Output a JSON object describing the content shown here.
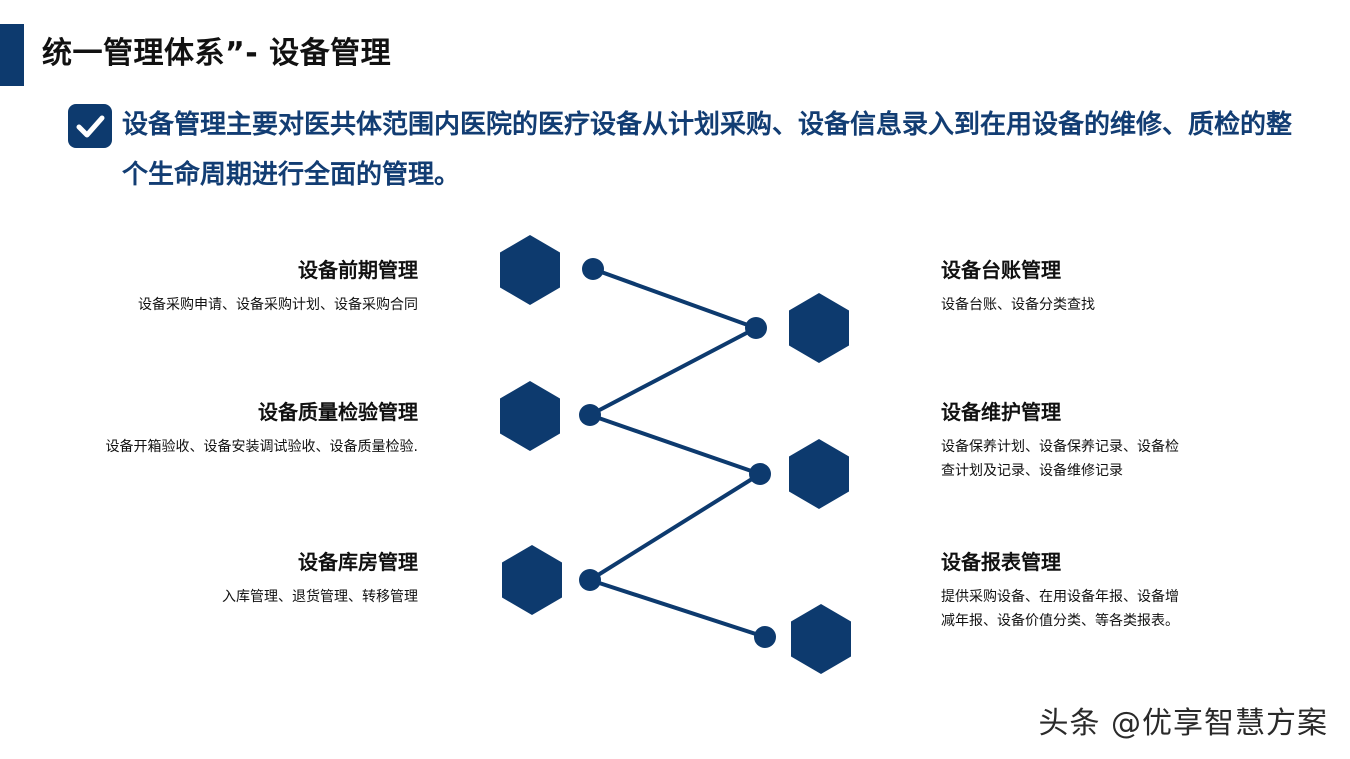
{
  "header": {
    "title": "统一管理体系”- 设备管理"
  },
  "intro": {
    "text": "设备管理主要对医共体范围内医院的医疗设备从计划采购、设备信息录入到在用设备的维修、质检的整个生命周期进行全面的管理。"
  },
  "modules_left": [
    {
      "title": "设备前期管理",
      "desc": "设备采购申请、设备采购计划、设备采购合同"
    },
    {
      "title": "设备质量检验管理",
      "desc": "设备开箱验收、设备安装调试验收、设备质量检验."
    },
    {
      "title": "设备库房管理",
      "desc": "入库管理、退货管理、转移管理"
    }
  ],
  "modules_right": [
    {
      "title": "设备台账管理",
      "desc": "设备台账、设备分类查找"
    },
    {
      "title": "设备维护管理",
      "desc": "设备保养计划、设备保养记录、设备检查计划及记录、设备维修记录"
    },
    {
      "title": "设备报表管理",
      "desc": "提供采购设备、在用设备年报、设备增减年报、设备价值分类、等各类报表。"
    }
  ],
  "colors": {
    "accent": "#0d3a6e",
    "intro_text": "#123d73"
  },
  "icons": {
    "check": "check-icon",
    "node": "hexagon-icon"
  },
  "watermark": {
    "text": "头条 @优享智慧方案"
  }
}
